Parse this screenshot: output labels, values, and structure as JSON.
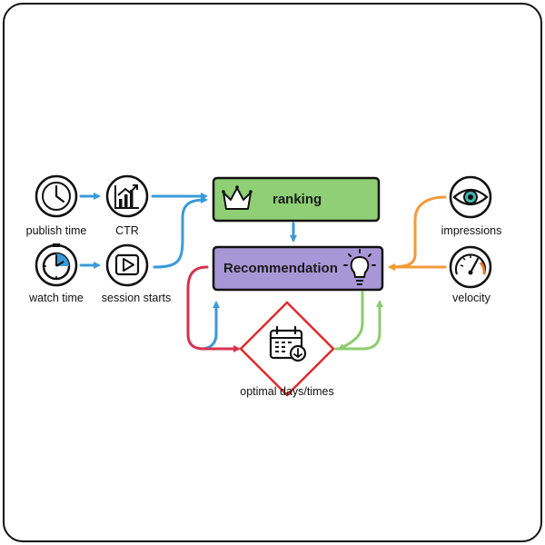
{
  "inputs": {
    "publish_time": "publish time",
    "ctr": "CTR",
    "watch_time": "watch time",
    "session_starts": "session starts",
    "impressions": "impressions",
    "velocity": "velocity"
  },
  "boxes": {
    "ranking": "ranking",
    "recommendation": "Recommendation"
  },
  "schedule": {
    "label": "optimal days/times"
  },
  "colors": {
    "ranking_fill": "#8fcf76",
    "recommendation_fill": "#a896d6",
    "diamond_stroke": "#e02b2b",
    "arrow_blue": "#3a9ad9",
    "arrow_orange": "#f29a3a",
    "arrow_red": "#d6334e",
    "arrow_green": "#8ccc6e"
  },
  "icons": {
    "publish_time": "clock-icon",
    "ctr": "trend-chart-icon",
    "watch_time": "stopwatch-icon",
    "session_starts": "play-icon",
    "ranking": "crown-icon",
    "recommendation": "lightbulb-icon",
    "impressions": "eye-icon",
    "velocity": "speedometer-icon",
    "schedule": "calendar-icon"
  }
}
